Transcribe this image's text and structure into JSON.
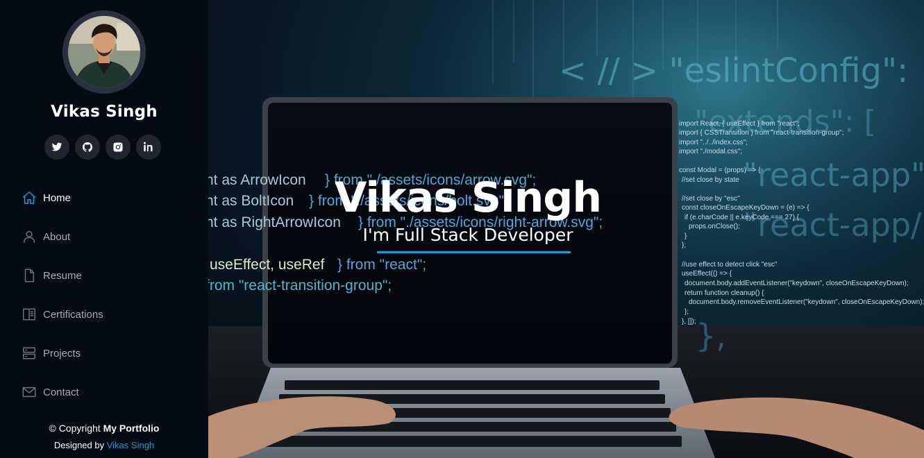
{
  "profile": {
    "name": "Vikas Singh"
  },
  "socials": [
    {
      "icon": "twitter-icon"
    },
    {
      "icon": "github-icon"
    },
    {
      "icon": "instagram-icon"
    },
    {
      "icon": "linkedin-icon"
    }
  ],
  "nav": {
    "items": [
      {
        "label": "Home",
        "icon": "home-icon",
        "active": true
      },
      {
        "label": "About",
        "icon": "user-icon",
        "active": false
      },
      {
        "label": "Resume",
        "icon": "file-icon",
        "active": false
      },
      {
        "label": "Certifications",
        "icon": "certificate-icon",
        "active": false
      },
      {
        "label": "Projects",
        "icon": "server-icon",
        "active": false
      },
      {
        "label": "Contact",
        "icon": "envelope-icon",
        "active": false
      }
    ]
  },
  "hero": {
    "title": "Vikas Singh",
    "subtitle": "I'm Full Stack Developer"
  },
  "footer": {
    "copyright_prefix": "© Copyright ",
    "copyright_brand": "My Portfolio",
    "designed_prefix": "Designed by ",
    "designed_by": "Vikas Singh"
  },
  "colors": {
    "accent": "#149ddd",
    "sidebar_bg": "#040b14",
    "social_bg": "#212431"
  }
}
